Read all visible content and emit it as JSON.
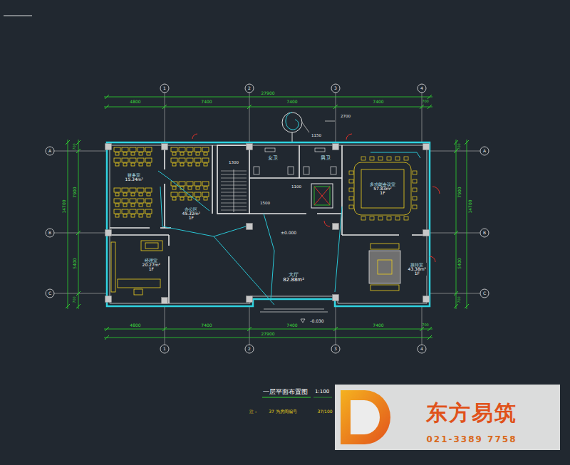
{
  "diagram": {
    "title": "一层平面布置图",
    "nodes": [
      {
        "text": [
          "财务室",
          "15.34m²"
        ]
      },
      {
        "text": [
          "办公区",
          "45.32m²",
          "1F"
        ]
      },
      {
        "text": [
          "经理室",
          "20.27m²",
          "1F"
        ]
      },
      {
        "text": [
          "大厅",
          "82.88m²"
        ]
      },
      {
        "text": [
          "多功能会议室",
          "57.83m²",
          "1F"
        ]
      },
      {
        "text": [
          "接待室",
          "43.38m²",
          "1F"
        ]
      },
      {
        "text": [
          "女卫"
        ]
      },
      {
        "text": [
          "男卫"
        ]
      }
    ],
    "labels": [
      "27900",
      "4800",
      "7400",
      "7400",
      "7400",
      "700",
      "27900",
      "4800",
      "7400",
      "7400",
      "7400",
      "700",
      "14700",
      "700",
      "7900",
      "5400",
      "700",
      "14700",
      "700",
      "7900",
      "5400",
      "700",
      "1",
      "2",
      "3",
      "4",
      "1",
      "2",
      "3",
      "4",
      "A",
      "B",
      "C",
      "A",
      "B",
      "C",
      "±0.000",
      "-0.030",
      "1300",
      "1100",
      "1500",
      "1150",
      "2700",
      "1:100",
      "注：",
      "37 为房间编号",
      "37/100",
      "东方易筑",
      "021-3389 7758"
    ]
  }
}
